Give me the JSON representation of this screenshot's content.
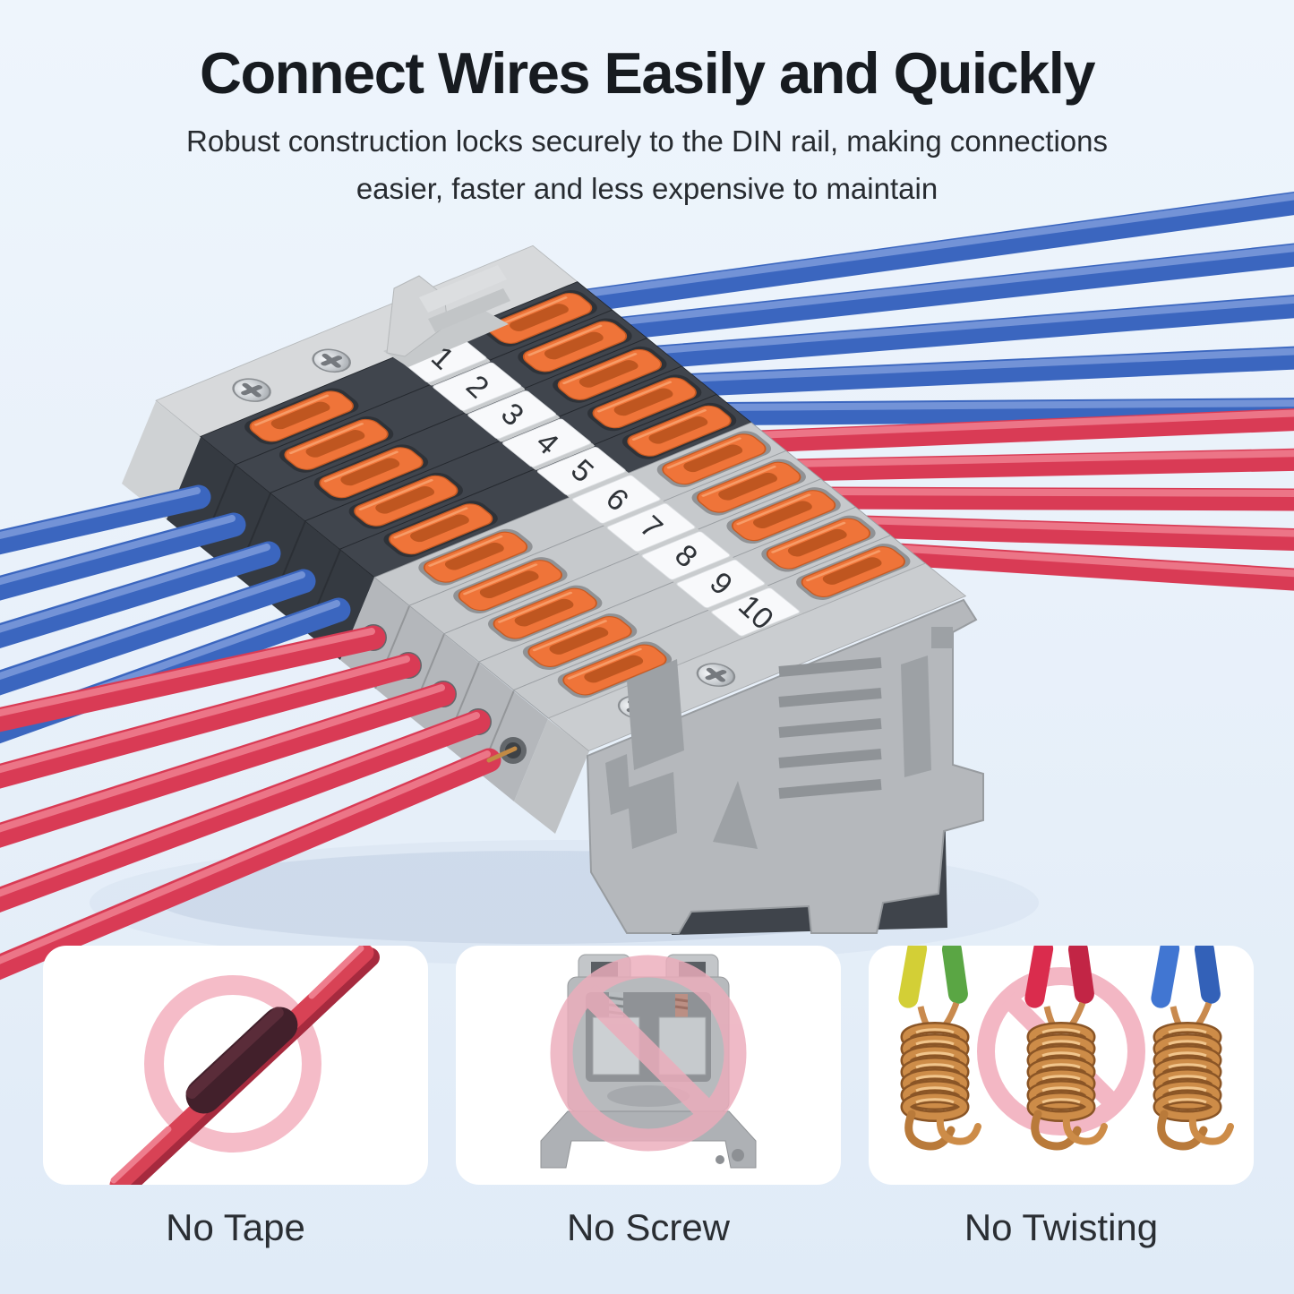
{
  "page": {
    "background_top": "#eef5fc",
    "background_bottom": "#e0ebf7"
  },
  "header": {
    "title": "Connect Wires Easily and Quickly",
    "subtitle_line1": "Robust construction locks securely to the DIN rail, making connections",
    "subtitle_line2": "easier, faster and less expensive to maintain"
  },
  "hero": {
    "description": "10-position DIN rail quick wire connector strip with push-in levers, blue wires entering one side and red wires the other",
    "terminal_numbers": [
      "1",
      "2",
      "3",
      "4",
      "5",
      "6",
      "7",
      "8",
      "9",
      "10"
    ],
    "colors": {
      "wire_blue": "#3b66bf",
      "wire_red": "#d93b55",
      "lever_orange": "#ef7439",
      "block_dark": "#40454d",
      "block_light": "#c6c9cc",
      "prohibition_pink": "#f3b7c4"
    }
  },
  "features": [
    {
      "label": "No Tape"
    },
    {
      "label": "No Screw"
    },
    {
      "label": "No Twisting"
    }
  ]
}
